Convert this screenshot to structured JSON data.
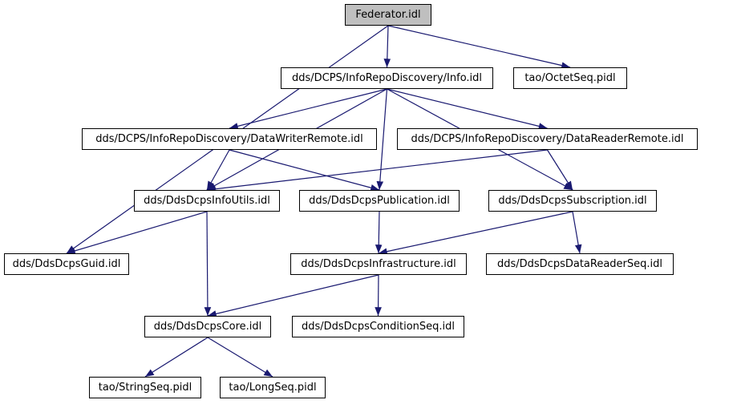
{
  "colors": {
    "edge": "#191970",
    "root_fill": "#bfbfbf",
    "node_fill": "#ffffff",
    "border": "#000000"
  },
  "nodes": {
    "federator": "Federator.idl",
    "info": "dds/DCPS/InfoRepoDiscovery/Info.idl",
    "octetseq": "tao/OctetSeq.pidl",
    "datawriterremote": "dds/DCPS/InfoRepoDiscovery/DataWriterRemote.idl",
    "datareaderremote": "dds/DCPS/InfoRepoDiscovery/DataReaderRemote.idl",
    "infoutils": "dds/DdsDcpsInfoUtils.idl",
    "publication": "dds/DdsDcpsPublication.idl",
    "subscription": "dds/DdsDcpsSubscription.idl",
    "guid": "dds/DdsDcpsGuid.idl",
    "infrastructure": "dds/DdsDcpsInfrastructure.idl",
    "datareaderseq": "dds/DdsDcpsDataReaderSeq.idl",
    "core": "dds/DdsDcpsCore.idl",
    "conditionseq": "dds/DdsDcpsConditionSeq.idl",
    "stringseq": "tao/StringSeq.pidl",
    "longseq": "tao/LongSeq.pidl"
  },
  "edges": [
    [
      "federator",
      "info"
    ],
    [
      "federator",
      "octetseq"
    ],
    [
      "federator",
      "guid"
    ],
    [
      "info",
      "datawriterremote"
    ],
    [
      "info",
      "datareaderremote"
    ],
    [
      "info",
      "infoutils"
    ],
    [
      "info",
      "publication"
    ],
    [
      "info",
      "subscription"
    ],
    [
      "datawriterremote",
      "infoutils"
    ],
    [
      "datawriterremote",
      "publication"
    ],
    [
      "datareaderremote",
      "infoutils"
    ],
    [
      "datareaderremote",
      "subscription"
    ],
    [
      "infoutils",
      "guid"
    ],
    [
      "infoutils",
      "core"
    ],
    [
      "publication",
      "infrastructure"
    ],
    [
      "subscription",
      "infrastructure"
    ],
    [
      "subscription",
      "datareaderseq"
    ],
    [
      "infrastructure",
      "core"
    ],
    [
      "infrastructure",
      "conditionseq"
    ],
    [
      "core",
      "stringseq"
    ],
    [
      "core",
      "longseq"
    ]
  ]
}
